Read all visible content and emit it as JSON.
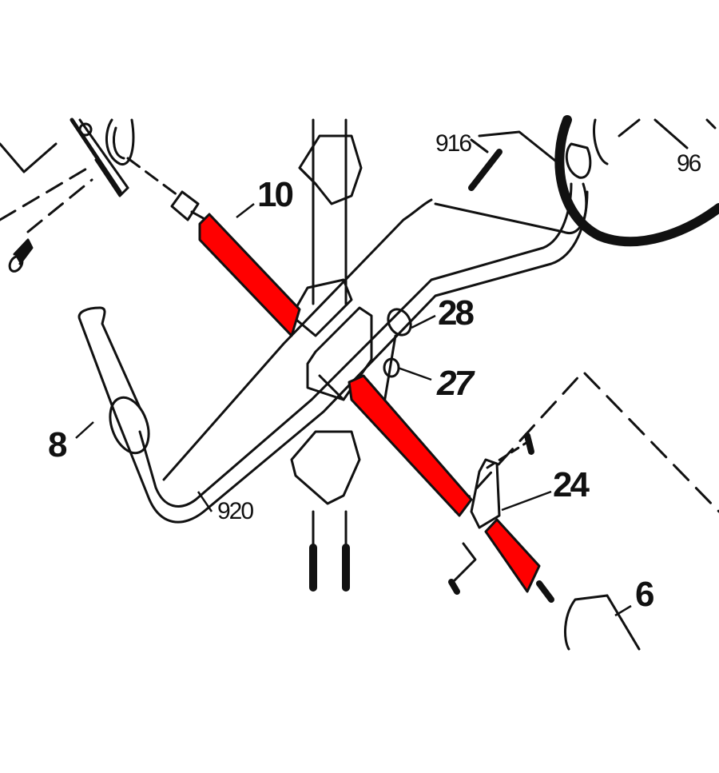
{
  "diagram": {
    "type": "exploded parts diagram",
    "highlight_color": "#ff0000",
    "line_color": "#111111",
    "background": "#ffffff",
    "highlighted_part": "shift/throttle cable sleeve (red)",
    "labels": {
      "p10": "10",
      "p916": "916",
      "p96": "96",
      "p28": "28",
      "p27": "27",
      "p8": "8",
      "p920": "920",
      "p24": "24",
      "p6": "6"
    }
  }
}
